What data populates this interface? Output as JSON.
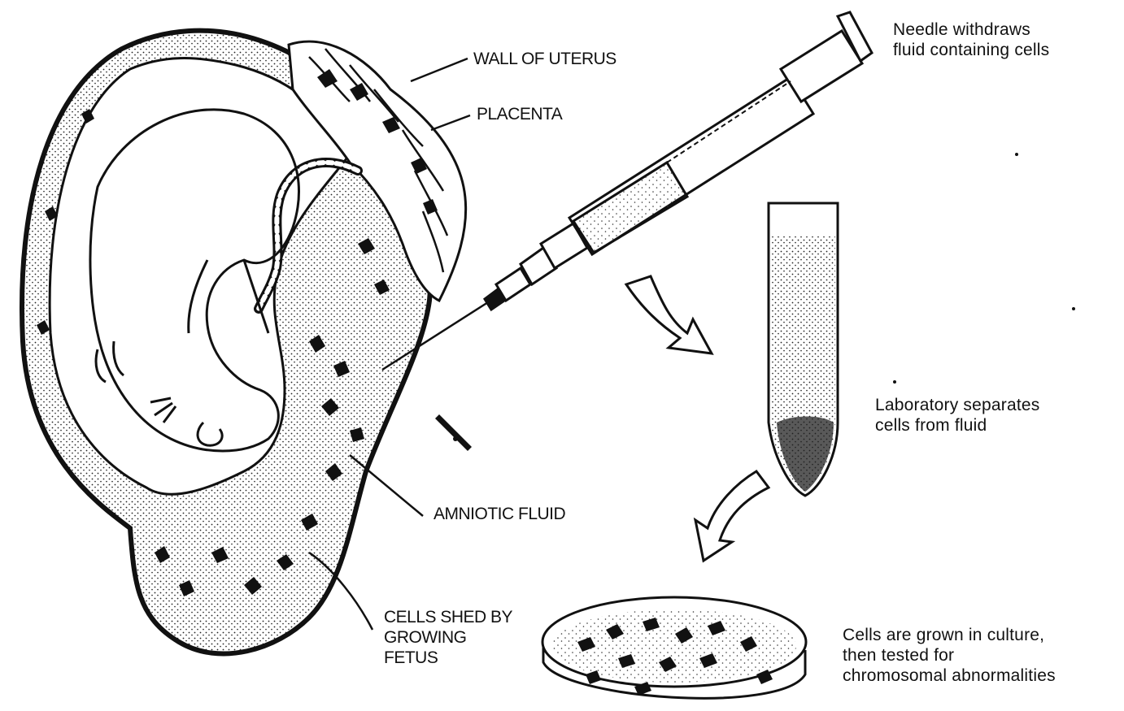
{
  "labels": {
    "wall_of_uterus": "WALL OF UTERUS",
    "placenta": "PLACENTA",
    "amniotic_fluid": "AMNIOTIC FLUID",
    "cells_shed": [
      "CELLS SHED BY",
      "GROWING",
      "FETUS"
    ]
  },
  "steps": {
    "needle": [
      "Needle withdraws",
      "fluid containing cells"
    ],
    "laboratory": [
      "Laboratory separates",
      "cells from fluid"
    ],
    "culture": [
      "Cells are grown in culture,",
      "then tested for",
      "chromosomal abnormalities"
    ]
  },
  "colors": {
    "ink": "#111111",
    "paper": "#ffffff"
  }
}
